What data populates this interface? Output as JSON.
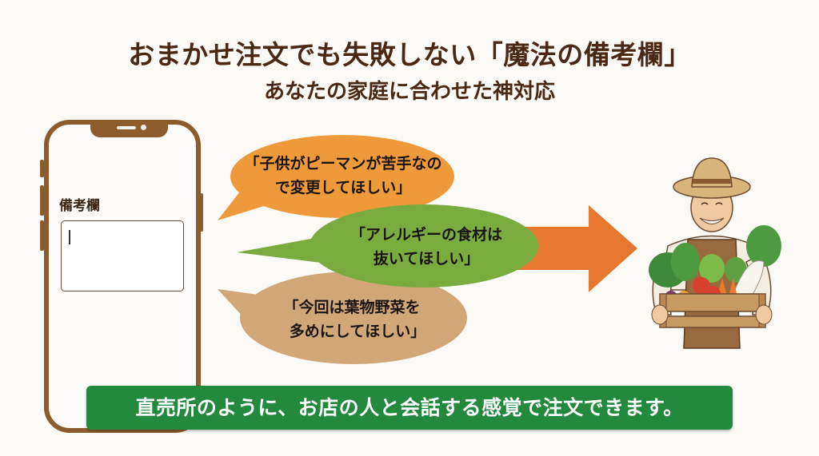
{
  "header": {
    "title": "おまかせ注文でも失敗しない「魔法の備考欄」",
    "subtitle": "あなたの家庭に合わせた神対応"
  },
  "phone": {
    "memo_label": "備考欄",
    "memo_input_value": "",
    "memo_input_placeholder": ""
  },
  "bubbles": [
    {
      "line1": "「子供がピーマンが苦手なの",
      "line2": "で変更してほしい」",
      "color": "#ef9a3a"
    },
    {
      "line1": "「アレルギーの食材は",
      "line2": "抜いてほしい」",
      "color": "#7aab3f"
    },
    {
      "line1": "「今回は葉物野菜を",
      "line2": "多めにしてほしい」",
      "color": "#d2a778"
    }
  ],
  "arrow": {
    "color": "#e5782e",
    "direction": "right"
  },
  "illustration": {
    "subject": "farmer-with-vegetable-crate"
  },
  "banner": {
    "text": "直売所のように、お店の人と会話する感覚で注文できます。",
    "color": "#23893c"
  },
  "colors": {
    "title": "#4a2814",
    "phone_frame": "#8d5c2c",
    "background": "#fbfaf7"
  }
}
